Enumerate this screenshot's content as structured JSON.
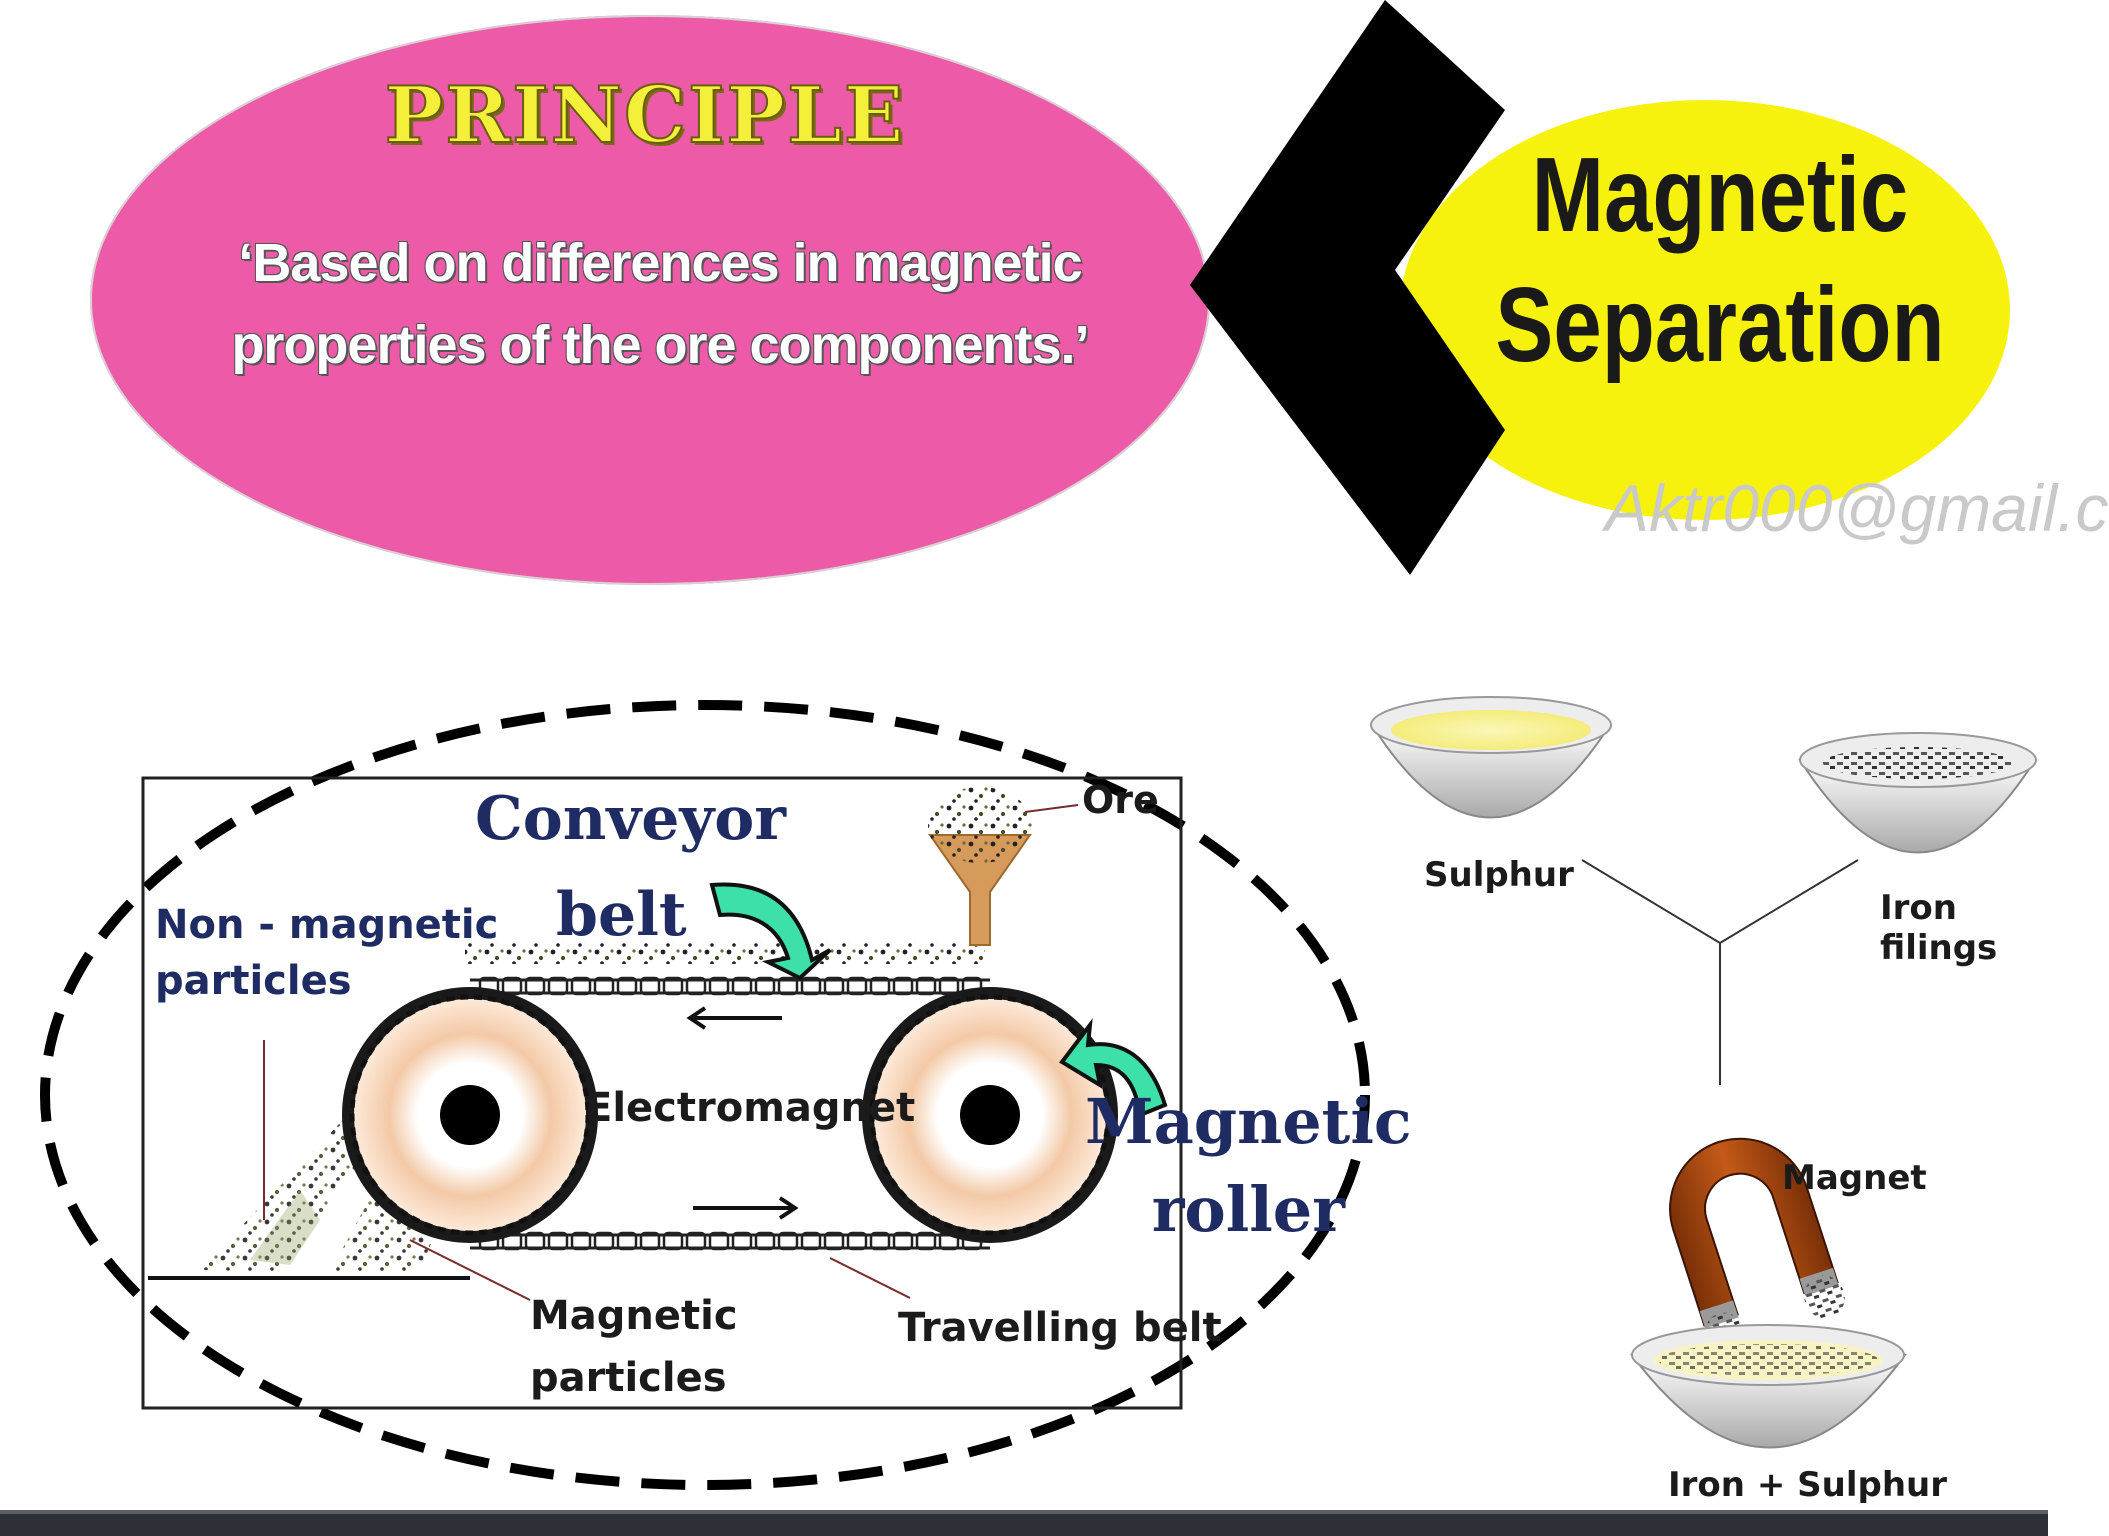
{
  "principle": {
    "title": "PRINCIPLE",
    "line1": "‘Based on differences in magnetic",
    "line2": "properties of the ore components.’"
  },
  "topic": {
    "line1": "Magnetic",
    "line2": "Separation"
  },
  "watermark": "Aktr000@gmail.c",
  "diagram": {
    "conveyor_label_1": "Conveyor",
    "conveyor_label_2": "belt",
    "ore_label": "Ore",
    "non_magnetic_1": "Non - magnetic",
    "non_magnetic_2": "particles",
    "electromagnet_label": "Electromagnet",
    "magnetic_roller_1": "Magnetic",
    "magnetic_roller_2": "roller",
    "magnetic_particles_1": "Magnetic",
    "magnetic_particles_2": "particles",
    "travelling_belt_label": "Travelling belt"
  },
  "experiment": {
    "sulphur_label": "Sulphur",
    "iron_filings_label": "Iron filings",
    "magnet_label": "Magnet",
    "mixture_label": "Iron + Sulphur"
  },
  "colors": {
    "principle_oval": "#ec5aa8",
    "principle_title": "#f4f03a",
    "topic_oval": "#f7f20d",
    "arrow_green": "#3de0a8",
    "funnel": "#d69a5a",
    "magnet": "#b04a12"
  }
}
